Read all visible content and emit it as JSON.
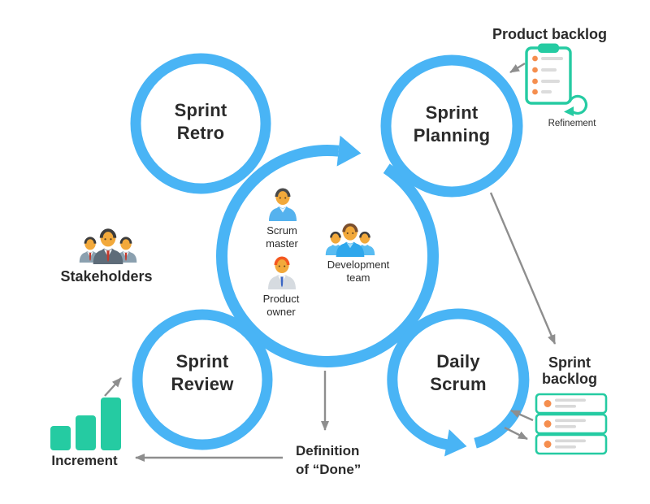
{
  "diagram": {
    "colors": {
      "cycle_blue": "#49B4F5",
      "teal": "#25CBA2",
      "orange": "#F58E4E",
      "arrow_gray": "#8E8E8E",
      "text": "#2B2B2B"
    },
    "circles": {
      "sprint_retro": {
        "line1": "Sprint",
        "line2": "Retro"
      },
      "sprint_planning": {
        "line1": "Sprint",
        "line2": "Planning"
      },
      "sprint_review": {
        "line1": "Sprint",
        "line2": "Review"
      },
      "daily_scrum": {
        "line1": "Daily",
        "line2": "Scrum"
      }
    },
    "center_roles": {
      "scrum_master": {
        "line1": "Scrum",
        "line2": "master",
        "icon": "scrum-master-person-icon"
      },
      "product_owner": {
        "line1": "Product",
        "line2": "owner",
        "icon": "product-owner-person-icon"
      },
      "development_team": {
        "line1": "Development",
        "line2": "team",
        "icon": "development-team-people-icon"
      }
    },
    "annotations": {
      "product_backlog": {
        "label": "Product backlog",
        "icon": "product-backlog-clipboard-icon"
      },
      "refinement": {
        "label": "Refinement",
        "icon": "refinement-loop-icon"
      },
      "stakeholders": {
        "label": "Stakeholders",
        "icon": "stakeholders-people-icon"
      },
      "increment": {
        "label": "Increment",
        "icon": "increment-bars-icon"
      },
      "sprint_backlog": {
        "line1": "Sprint",
        "line2": "backlog",
        "icon": "sprint-backlog-cards-icon"
      },
      "definition_of_done": {
        "line1": "Definition",
        "line2": "of “Done”"
      }
    }
  }
}
